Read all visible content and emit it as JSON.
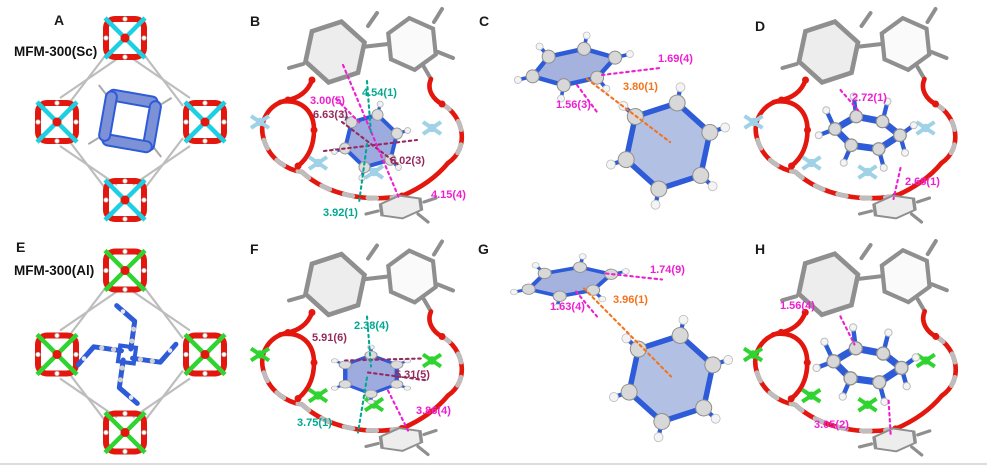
{
  "figure": {
    "panels": {
      "a": {
        "letter": "A",
        "material": "MFM-300(Sc)"
      },
      "b": {
        "letter": "B",
        "measurements": [
          {
            "text": "3.00(5)",
            "color": "magenta"
          },
          {
            "text": "4.54(1)",
            "color": "teal"
          },
          {
            "text": "6.63(3)",
            "color": "maroon"
          },
          {
            "text": "6.02(3)",
            "color": "maroon"
          },
          {
            "text": "4.15(4)",
            "color": "magenta"
          },
          {
            "text": "3.92(1)",
            "color": "teal"
          }
        ]
      },
      "c": {
        "letter": "C",
        "measurements": [
          {
            "text": "1.69(4)",
            "color": "magenta"
          },
          {
            "text": "3.80(1)",
            "color": "orange"
          },
          {
            "text": "1.56(3)",
            "color": "magenta"
          }
        ]
      },
      "d": {
        "letter": "D",
        "measurements": [
          {
            "text": "2.72(1)",
            "color": "magenta"
          },
          {
            "text": "2.68(1)",
            "color": "magenta"
          }
        ]
      },
      "e": {
        "letter": "E",
        "material": "MFM-300(Al)"
      },
      "f": {
        "letter": "F",
        "measurements": [
          {
            "text": "2.38(4)",
            "color": "teal"
          },
          {
            "text": "5.91(6)",
            "color": "maroon"
          },
          {
            "text": "5.31(5)",
            "color": "maroon"
          },
          {
            "text": "3.86(4)",
            "color": "magenta"
          },
          {
            "text": "3.75(1)",
            "color": "teal"
          }
        ]
      },
      "g": {
        "letter": "G",
        "measurements": [
          {
            "text": "1.74(9)",
            "color": "magenta"
          },
          {
            "text": "3.96(1)",
            "color": "orange"
          },
          {
            "text": "1.63(4)",
            "color": "magenta"
          }
        ]
      },
      "h": {
        "letter": "H",
        "measurements": [
          {
            "text": "1.56(4)",
            "color": "magenta"
          },
          {
            "text": "3.05(2)",
            "color": "magenta"
          }
        ]
      }
    },
    "colors": {
      "magenta": "#ee1fd0",
      "teal": "#00a98f",
      "maroon": "#942a5e",
      "orange": "#f4731c",
      "scandium_metal_pale": "#9fd2e6",
      "scandium_metal_bright": "#1bd0e2",
      "aluminium_metal_green": "#30d430",
      "oxygen_red": "#e3170d",
      "carbon_grey": "#9c9c9c",
      "guest_bond_blue": "#2e5bd7",
      "benzene_ring_fill": "#8d9cd9"
    }
  }
}
